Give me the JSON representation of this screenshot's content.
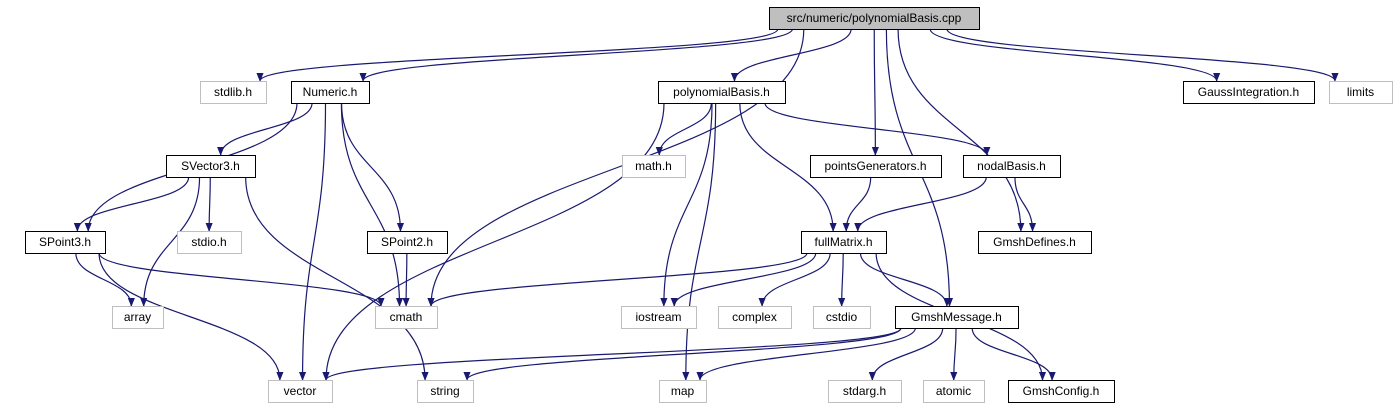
{
  "colors": {
    "edge": "#191970",
    "root_fill": "#bfbfbf",
    "node_border": "#000000",
    "system_border": "#bfbfbf",
    "background": "#ffffff"
  },
  "nodes": [
    {
      "id": "root",
      "label": "src/numeric/polynomialBasis.cpp",
      "kind": "root"
    },
    {
      "id": "stdlib",
      "label": "stdlib.h",
      "kind": "system"
    },
    {
      "id": "numeric",
      "label": "Numeric.h",
      "kind": "header"
    },
    {
      "id": "polybasis",
      "label": "polynomialBasis.h",
      "kind": "header"
    },
    {
      "id": "gaussint",
      "label": "GaussIntegration.h",
      "kind": "header"
    },
    {
      "id": "limits",
      "label": "limits",
      "kind": "system"
    },
    {
      "id": "svector3",
      "label": "SVector3.h",
      "kind": "header"
    },
    {
      "id": "math",
      "label": "math.h",
      "kind": "system"
    },
    {
      "id": "pointsgen",
      "label": "pointsGenerators.h",
      "kind": "header"
    },
    {
      "id": "nodalbasis",
      "label": "nodalBasis.h",
      "kind": "header"
    },
    {
      "id": "spoint3",
      "label": "SPoint3.h",
      "kind": "header"
    },
    {
      "id": "stdio",
      "label": "stdio.h",
      "kind": "system"
    },
    {
      "id": "spoint2",
      "label": "SPoint2.h",
      "kind": "header"
    },
    {
      "id": "fullmatrix",
      "label": "fullMatrix.h",
      "kind": "header"
    },
    {
      "id": "gmshdefines",
      "label": "GmshDefines.h",
      "kind": "header"
    },
    {
      "id": "array",
      "label": "array",
      "kind": "system"
    },
    {
      "id": "cmath",
      "label": "cmath",
      "kind": "system"
    },
    {
      "id": "iostream",
      "label": "iostream",
      "kind": "system"
    },
    {
      "id": "complex",
      "label": "complex",
      "kind": "system"
    },
    {
      "id": "cstdio",
      "label": "cstdio",
      "kind": "system"
    },
    {
      "id": "gmshmessage",
      "label": "GmshMessage.h",
      "kind": "header"
    },
    {
      "id": "vector",
      "label": "vector",
      "kind": "system"
    },
    {
      "id": "string",
      "label": "string",
      "kind": "system"
    },
    {
      "id": "map",
      "label": "map",
      "kind": "system"
    },
    {
      "id": "stdarg",
      "label": "stdarg.h",
      "kind": "system"
    },
    {
      "id": "atomic",
      "label": "atomic",
      "kind": "system"
    },
    {
      "id": "gmshconfig",
      "label": "GmshConfig.h",
      "kind": "header"
    }
  ],
  "edges": [
    [
      "root",
      "stdlib"
    ],
    [
      "root",
      "numeric"
    ],
    [
      "root",
      "cmath"
    ],
    [
      "root",
      "polybasis"
    ],
    [
      "root",
      "pointsgen"
    ],
    [
      "root",
      "gmshdefines"
    ],
    [
      "root",
      "gmshmessage"
    ],
    [
      "root",
      "gaussint"
    ],
    [
      "root",
      "limits"
    ],
    [
      "numeric",
      "svector3"
    ],
    [
      "numeric",
      "spoint3"
    ],
    [
      "numeric",
      "spoint2"
    ],
    [
      "numeric",
      "cmath"
    ],
    [
      "numeric",
      "vector"
    ],
    [
      "svector3",
      "spoint3"
    ],
    [
      "svector3",
      "stdio"
    ],
    [
      "svector3",
      "array"
    ],
    [
      "svector3",
      "string"
    ],
    [
      "spoint3",
      "array"
    ],
    [
      "spoint3",
      "cmath"
    ],
    [
      "spoint3",
      "vector"
    ],
    [
      "spoint2",
      "cmath"
    ],
    [
      "polybasis",
      "math"
    ],
    [
      "polybasis",
      "iostream"
    ],
    [
      "polybasis",
      "fullmatrix"
    ],
    [
      "polybasis",
      "nodalbasis"
    ],
    [
      "polybasis",
      "vector"
    ],
    [
      "polybasis",
      "map"
    ],
    [
      "pointsgen",
      "fullmatrix"
    ],
    [
      "nodalbasis",
      "fullmatrix"
    ],
    [
      "nodalbasis",
      "gmshdefines"
    ],
    [
      "fullmatrix",
      "cmath"
    ],
    [
      "fullmatrix",
      "iostream"
    ],
    [
      "fullmatrix",
      "complex"
    ],
    [
      "fullmatrix",
      "cstdio"
    ],
    [
      "fullmatrix",
      "gmshmessage"
    ],
    [
      "fullmatrix",
      "gmshconfig"
    ],
    [
      "gmshmessage",
      "vector"
    ],
    [
      "gmshmessage",
      "string"
    ],
    [
      "gmshmessage",
      "map"
    ],
    [
      "gmshmessage",
      "stdarg"
    ],
    [
      "gmshmessage",
      "atomic"
    ],
    [
      "gmshmessage",
      "gmshconfig"
    ]
  ]
}
